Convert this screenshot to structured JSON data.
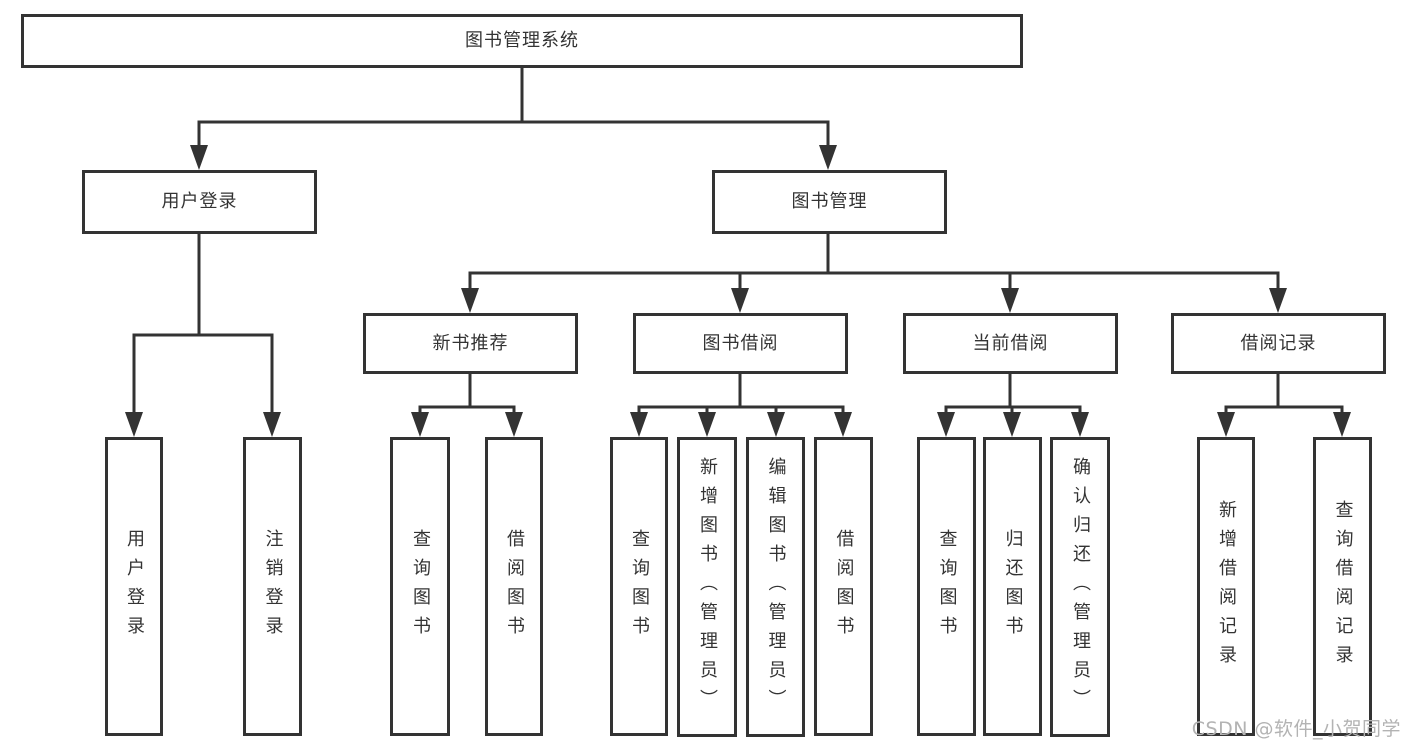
{
  "diagram": {
    "title": "图书管理系统",
    "colors": {
      "background": "#ffffff",
      "line": "#333333",
      "box_border": "#333333",
      "box_fill": "#ffffff",
      "text": "#333333",
      "watermark": "#b3b3b3"
    },
    "watermark": {
      "text": "CSDN @软件_小贺同学"
    },
    "nodes": {
      "root": {
        "label": "图书管理系统"
      },
      "user_login": {
        "label": "用户登录"
      },
      "book_mgmt": {
        "label": "图书管理"
      },
      "leaf_user_login": {
        "label": "用户登录"
      },
      "leaf_logout": {
        "label": "注销登录"
      },
      "new_books": {
        "label": "新书推荐"
      },
      "book_borrow": {
        "label": "图书借阅"
      },
      "current_borrow": {
        "label": "当前借阅"
      },
      "borrow_records": {
        "label": "借阅记录"
      },
      "nb_query": {
        "label": "查询图书"
      },
      "nb_borrow": {
        "label": "借阅图书"
      },
      "bw_query": {
        "label": "查询图书"
      },
      "bw_add": {
        "label": "新增图书（管理员）"
      },
      "bw_edit": {
        "label": "编辑图书（管理员）"
      },
      "bw_borrow": {
        "label": "借阅图书"
      },
      "cb_query": {
        "label": "查询图书"
      },
      "cb_return": {
        "label": "归还图书"
      },
      "cb_confirm": {
        "label": "确认归还（管理员）"
      },
      "rec_add": {
        "label": "新增借阅记录"
      },
      "rec_query": {
        "label": "查询借阅记录"
      }
    },
    "hierarchy": [
      {
        "parent": "图书管理系统",
        "children": [
          "用户登录",
          "图书管理"
        ]
      },
      {
        "parent": "用户登录",
        "children": [
          "用户登录",
          "注销登录"
        ]
      },
      {
        "parent": "图书管理",
        "children": [
          "新书推荐",
          "图书借阅",
          "当前借阅",
          "借阅记录"
        ]
      },
      {
        "parent": "新书推荐",
        "children": [
          "查询图书",
          "借阅图书"
        ]
      },
      {
        "parent": "图书借阅",
        "children": [
          "查询图书",
          "新增图书（管理员）",
          "编辑图书（管理员）",
          "借阅图书"
        ]
      },
      {
        "parent": "当前借阅",
        "children": [
          "查询图书",
          "归还图书",
          "确认归还（管理员）"
        ]
      },
      {
        "parent": "借阅记录",
        "children": [
          "新增借阅记录",
          "查询借阅记录"
        ]
      }
    ]
  }
}
